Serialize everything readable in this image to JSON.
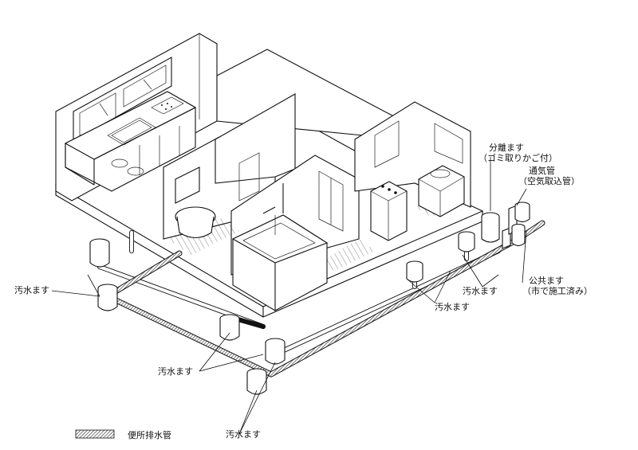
{
  "labels": {
    "osui_1": "汚水ます",
    "osui_2": "汚水ます",
    "osui_3": "汚水ます",
    "osui_4": "汚水ます",
    "osui_5": "汚水ます",
    "bunri_line1": "分離ます",
    "bunri_line2": "（ゴミ取りかご付）",
    "tsuki_line1": "通気管",
    "tsuki_line2": "（空気取込管）",
    "kokyo_line1": "公共ます",
    "kokyo_line2": "（市で施工済み）"
  },
  "legend": {
    "toilet_pipe": "便所排水管"
  },
  "colors": {
    "line": "#111111",
    "pipe_hatch": "#555555",
    "background": "#ffffff"
  }
}
